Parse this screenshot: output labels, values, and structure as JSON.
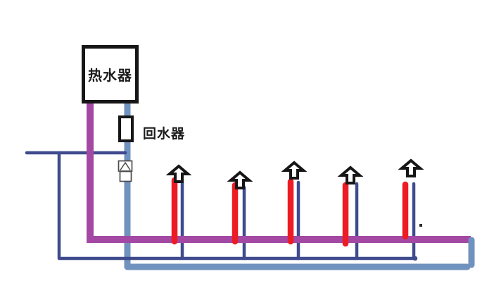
{
  "diagram": {
    "title_hint": "hot-water recirculation piping diagram",
    "heater": {
      "label": "热水器"
    },
    "return_device": {
      "label": "回水器"
    },
    "valve": {
      "icon": "check-valve-icon"
    },
    "outlets": {
      "count": 5,
      "arrow_icon": "up-arrow-icon"
    },
    "colors": {
      "hot_supply": "#a349a4",
      "return_line": "#7092be",
      "cold_supply": "#3f4b8e",
      "outlet_riser": "#ed1c24",
      "outline": "#161616"
    }
  }
}
